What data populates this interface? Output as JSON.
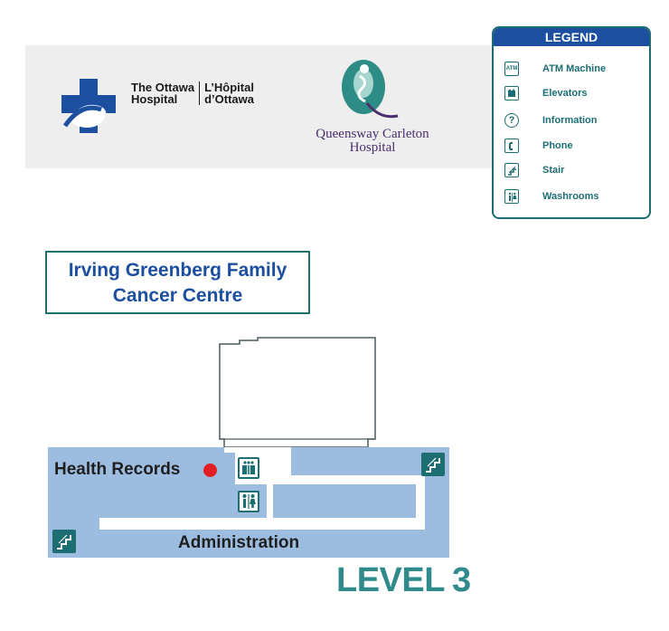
{
  "header": {
    "ottawa": {
      "en_line1": "The Ottawa",
      "en_line2": "Hospital",
      "fr_line1": "L’Hôpital",
      "fr_line2": "d’Ottawa"
    },
    "qch": {
      "line1": "Queensway Carleton",
      "line2": "Hospital"
    }
  },
  "legend": {
    "title": "LEGEND",
    "items": [
      {
        "icon": "atm-icon",
        "icon_text": "ATM",
        "label": "ATM Machine"
      },
      {
        "icon": "elevator-icon",
        "icon_text": "",
        "label": "Elevators"
      },
      {
        "icon": "information-icon",
        "icon_text": "?",
        "label": "Information"
      },
      {
        "icon": "phone-icon",
        "icon_text": "",
        "label": "Phone"
      },
      {
        "icon": "stair-icon",
        "icon_text": "",
        "label": "Stair"
      },
      {
        "icon": "washroom-icon",
        "icon_text": "",
        "label": "Washrooms"
      }
    ]
  },
  "building": {
    "line1": "Irving Greenberg Family",
    "line2": "Cancer Centre"
  },
  "map": {
    "health_records": "Health Records",
    "administration": "Administration"
  },
  "level": {
    "word": "LEVEL",
    "number": "3"
  },
  "colors": {
    "corridor": "#9dbde0",
    "teal": "#1d6e73",
    "blue_title": "#1c4fa0",
    "level": "#2f8a8c",
    "marker": "#e31e24"
  }
}
